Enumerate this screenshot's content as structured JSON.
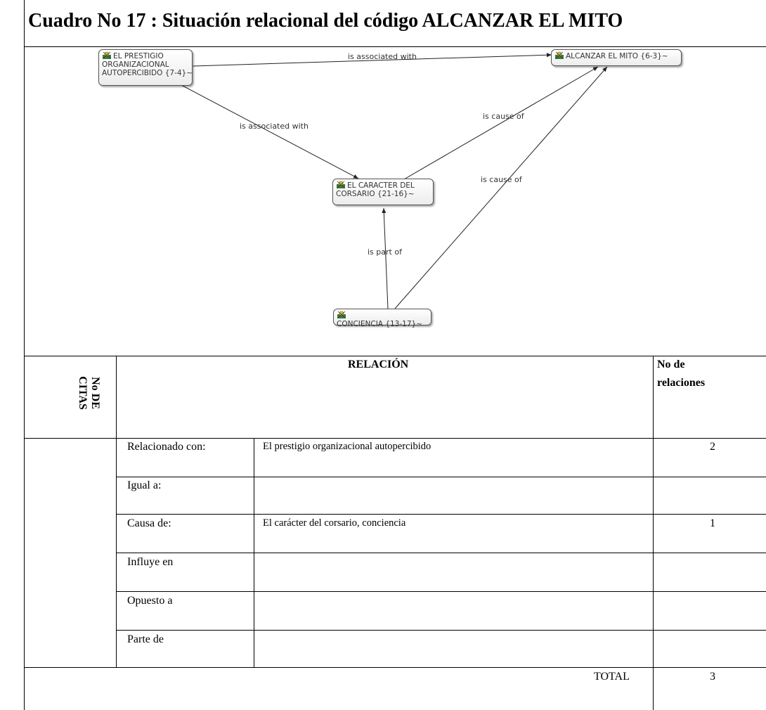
{
  "title": "Cuadro No 17 : Situación relacional del código ALCANZAR EL MITO",
  "diagram": {
    "nodes": [
      {
        "id": "prestigio",
        "label": "EL PRESTIGIO\nORGANIZACIONAL\nAUTOPERCIBIDO {7-4}~",
        "icon": "code-icon"
      },
      {
        "id": "mito",
        "label": "ALCANZAR EL MITO {6-3}~",
        "icon": "code-icon"
      },
      {
        "id": "caracter",
        "label": "EL CARACTER DEL\nCORSARIO {21-16}~",
        "icon": "code-icon"
      },
      {
        "id": "conciencia",
        "label": "CONCIENCIA {13-17}~",
        "icon": "code-icon"
      }
    ],
    "relations": [
      {
        "label": "is associated with"
      },
      {
        "label": "is associated with"
      },
      {
        "label": "is cause of"
      },
      {
        "label": "is cause of"
      },
      {
        "label": "is part of"
      }
    ]
  },
  "table": {
    "col_citas": "No DE CITAS",
    "col_relacion": "RELACIÓN",
    "col_num_line1": "No de",
    "col_num_line2": "relaciones",
    "rows": [
      {
        "label": "Relacionado con:",
        "value": "El prestigio organizacional autopercibido",
        "count": "2"
      },
      {
        "label": "Igual a:",
        "value": "",
        "count": ""
      },
      {
        "label": "Causa de:",
        "value": "El carácter del corsario, conciencia",
        "count": "1"
      },
      {
        "label": "Influye en",
        "value": "",
        "count": ""
      },
      {
        "label": "Opuesto a",
        "value": "",
        "count": ""
      },
      {
        "label": "Parte de",
        "value": "",
        "count": ""
      }
    ],
    "total_label": "TOTAL",
    "total_value": "3"
  }
}
